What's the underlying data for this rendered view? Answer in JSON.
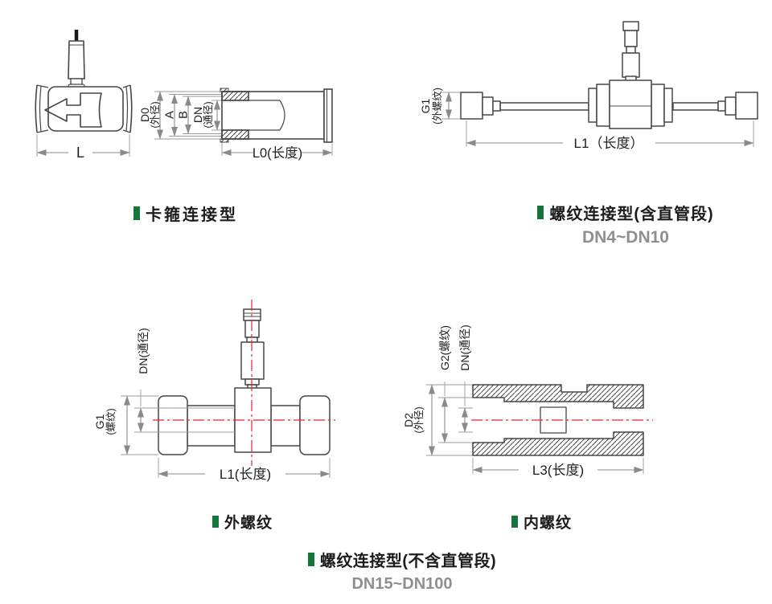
{
  "colors": {
    "accent_green": "#15763c",
    "line_dark": "#4a4545",
    "dim_gray": "#8a8a8a",
    "centerline_red": "#e8212e",
    "subtitle_gray": "#8f8f8f",
    "text_ink": "#1c1c1c"
  },
  "clamp": {
    "caption": "卡箍连接型",
    "front": {
      "dim_length": "L"
    },
    "section": {
      "dim_outer": "D0",
      "dim_outer_sub": "(外径)",
      "dim_a": "A",
      "dim_b": "B",
      "dim_bore": "DN",
      "dim_bore_sub": "(通径)",
      "dim_length": "L0(长度)"
    }
  },
  "threaded_straight": {
    "caption": "螺纹连接型(含直管段)",
    "range": "DN4~DN10",
    "dim_thread": "G1",
    "dim_thread_sub": "(外螺纹)",
    "dim_length": "L1（长度）"
  },
  "threaded_compact": {
    "caption": "螺纹连接型(不含直管段)",
    "range": "DN15~DN100",
    "external": {
      "caption": "外螺纹",
      "dim_bore": "DN(通径)",
      "dim_thread": "G1",
      "dim_thread_sub": "(螺纹)",
      "dim_length": "L1(长度)"
    },
    "internal": {
      "caption": "内螺纹",
      "dim_thread": "G2(螺纹)",
      "dim_bore": "DN(通径)",
      "dim_outer": "D2",
      "dim_outer_sub": "(外径)",
      "dim_length": "L3(长度)"
    }
  }
}
